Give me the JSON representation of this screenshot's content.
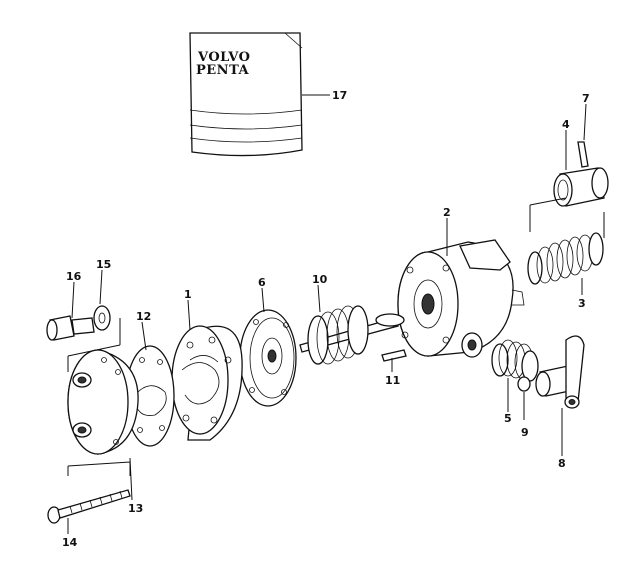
{
  "manual": {
    "brand_line1": "VOLVO",
    "brand_line2": "PENTA"
  },
  "callouts": [
    "1",
    "2",
    "3",
    "4",
    "5",
    "6",
    "7",
    "8",
    "9",
    "10",
    "11",
    "12",
    "13",
    "14",
    "15",
    "16",
    "17"
  ]
}
